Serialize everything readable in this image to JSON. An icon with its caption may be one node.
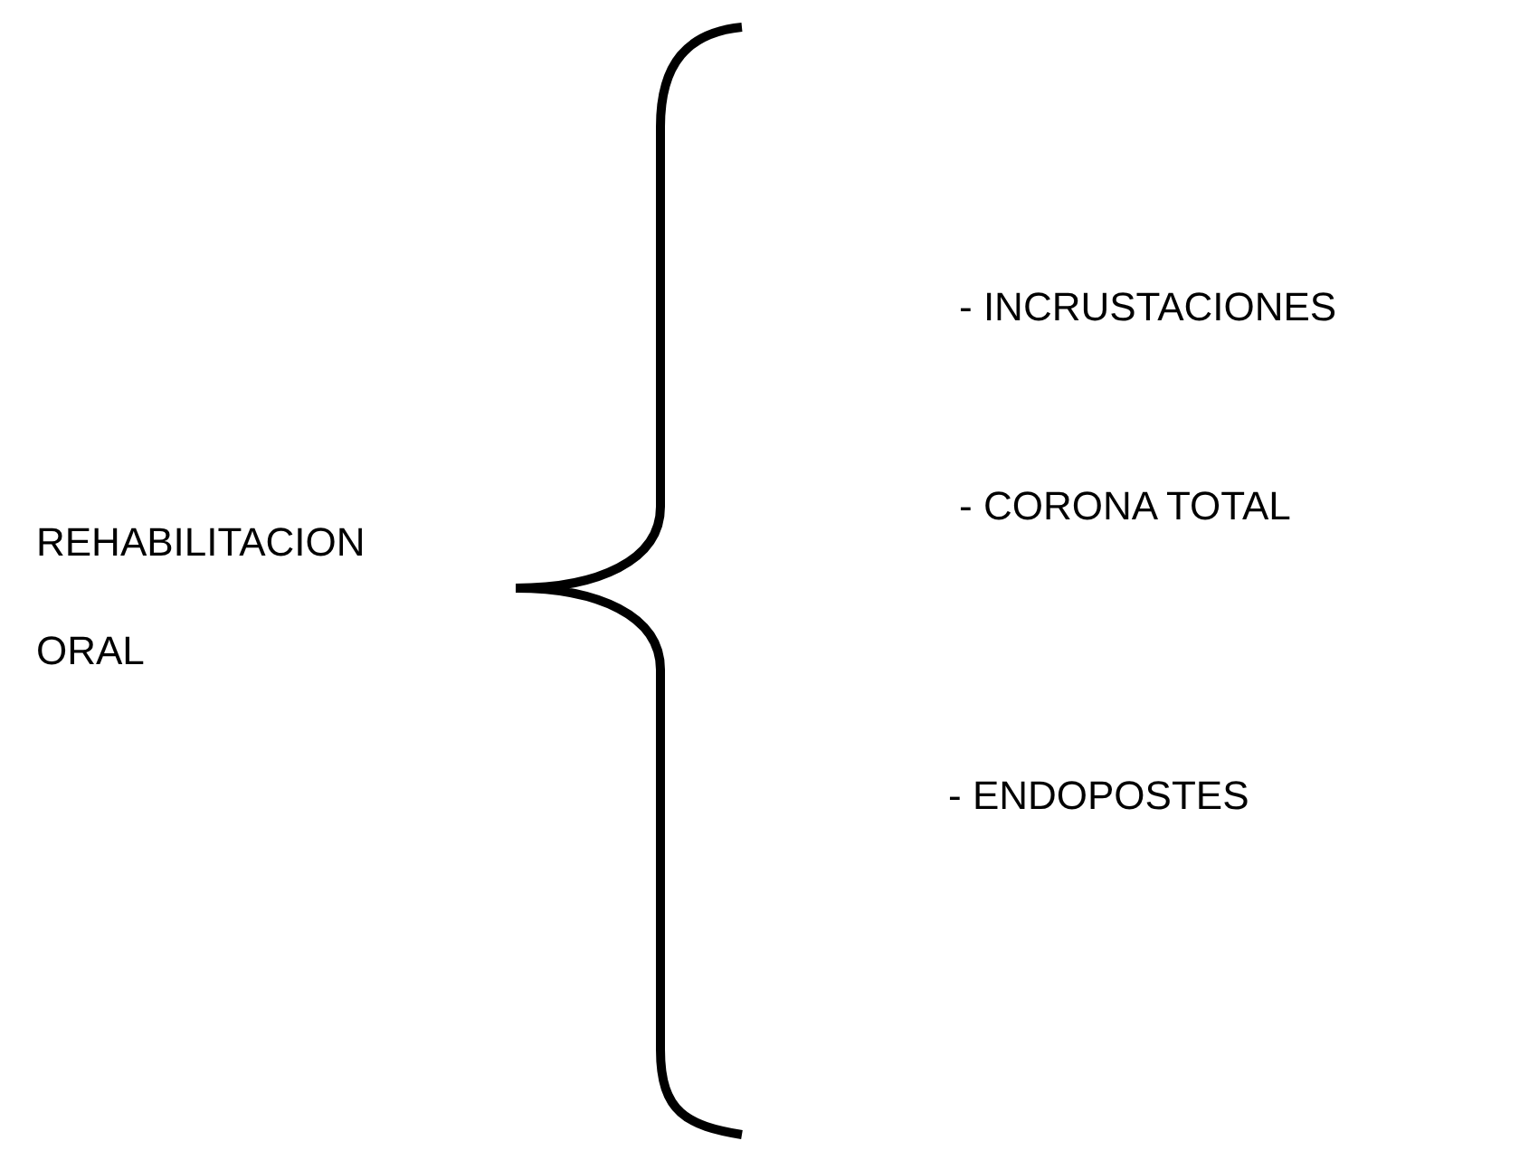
{
  "diagram": {
    "labels": [
      "REHABILITACION ORAL",
      "- INCRUSTACIONES",
      "- CORONA TOTAL",
      "- ENDOPOSTES"
    ]
  }
}
